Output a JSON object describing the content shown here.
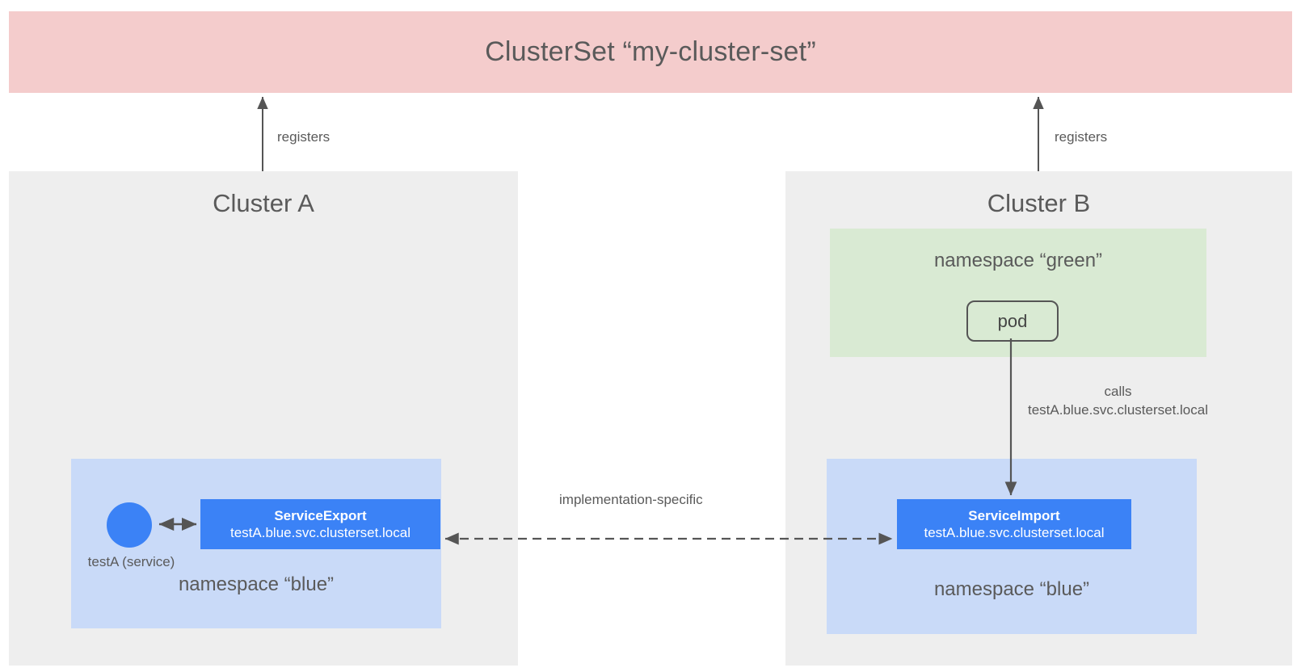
{
  "diagram": {
    "clusterset": {
      "title": "ClusterSet “my-cluster-set”",
      "color": "#f4cccc"
    },
    "clusters": [
      {
        "id": "cluster-a",
        "title": "Cluster A",
        "color": "#eeeeee",
        "namespaces": [
          {
            "id": "blue-a",
            "label": "namespace “blue”",
            "color": "#c9daf8",
            "nodes": [
              {
                "id": "service-circle",
                "type": "circle",
                "color": "#3b82f6",
                "label": "testA (service)"
              },
              {
                "id": "service-export",
                "type": "box",
                "color": "#3b82f6",
                "title": "ServiceExport",
                "fqdn": "testA.blue.svc.clusterset.local"
              }
            ]
          }
        ]
      },
      {
        "id": "cluster-b",
        "title": "Cluster B",
        "color": "#eeeeee",
        "namespaces": [
          {
            "id": "green-b",
            "label": "namespace “green”",
            "color": "#d9ead3",
            "nodes": [
              {
                "id": "pod",
                "type": "rounded-box",
                "label": "pod"
              }
            ]
          },
          {
            "id": "blue-b",
            "label": "namespace “blue”",
            "color": "#c9daf8",
            "nodes": [
              {
                "id": "service-import",
                "type": "box",
                "color": "#3b82f6",
                "title": "ServiceImport",
                "fqdn": "testA.blue.svc.clusterset.local"
              }
            ]
          }
        ]
      }
    ],
    "edges": [
      {
        "id": "registers-left",
        "label": "registers",
        "from": "cluster-a",
        "to": "clusterset",
        "style": "solid",
        "arrow": "single"
      },
      {
        "id": "registers-right",
        "label": "registers",
        "from": "cluster-b",
        "to": "clusterset",
        "style": "solid",
        "arrow": "single"
      },
      {
        "id": "calls",
        "label_line1": "calls",
        "label_line2": "testA.blue.svc.clusterset.local",
        "from": "pod",
        "to": "service-import",
        "style": "solid",
        "arrow": "single"
      },
      {
        "id": "implementation-specific",
        "label": "implementation-specific",
        "from": "service-export",
        "to": "service-import",
        "style": "dashed",
        "arrow": "double"
      },
      {
        "id": "service-to-export",
        "label": "",
        "from": "service-circle",
        "to": "service-export",
        "style": "solid",
        "arrow": "double"
      }
    ],
    "colors": {
      "stroke": "#555555",
      "text": "#5a5a5a",
      "background": "#ffffff"
    }
  }
}
